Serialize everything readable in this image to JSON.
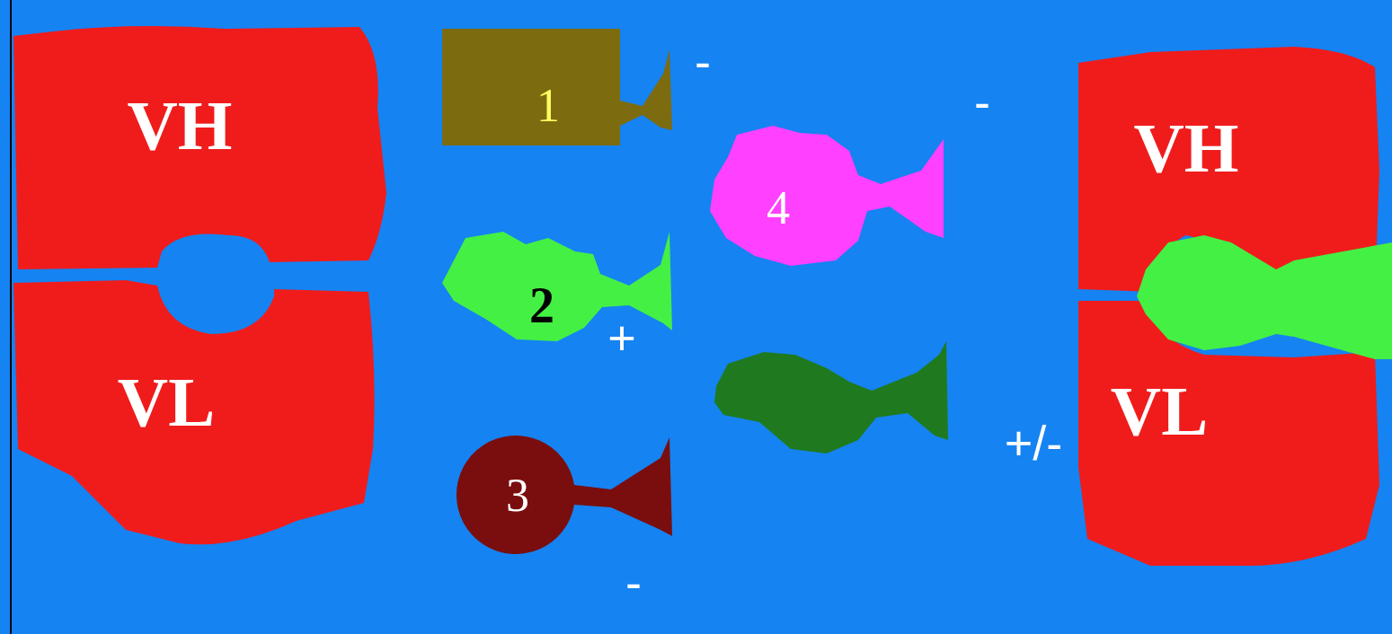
{
  "diagram": {
    "nodes": [
      {
        "text": [
          "VH"
        ]
      },
      {
        "text": [
          "VL"
        ]
      },
      {
        "text": [
          "1"
        ]
      },
      {
        "text": [
          "2"
        ]
      },
      {
        "text": [
          "3"
        ]
      },
      {
        "text": [
          "4"
        ]
      },
      {
        "text": [
          "VH"
        ]
      },
      {
        "text": [
          "VL"
        ]
      }
    ],
    "labels": [
      "-",
      "-",
      "+",
      "+/-",
      "-"
    ]
  }
}
